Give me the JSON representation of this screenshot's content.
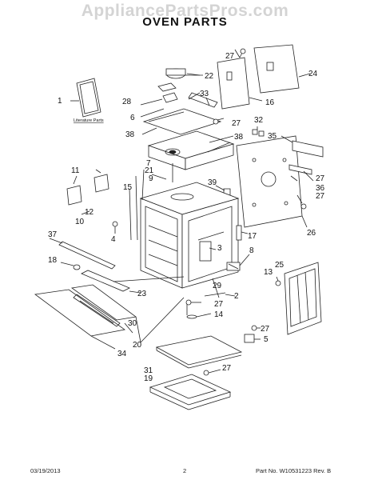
{
  "header": {
    "watermark": "AppliancePartsPros.com",
    "title": "OVEN PARTS"
  },
  "literature_label": "Literature Parts",
  "callouts": [
    "1",
    "2",
    "4",
    "5",
    "6",
    "7",
    "8",
    "9",
    "10",
    "11",
    "12",
    "13",
    "14",
    "15",
    "16",
    "17",
    "18",
    "19",
    "20",
    "21",
    "22",
    "23",
    "24",
    "25",
    "26",
    "27",
    "28",
    "29",
    "30",
    "31",
    "32",
    "33",
    "34",
    "35",
    "36",
    "37",
    "38",
    "39",
    "3"
  ],
  "footer": {
    "date": "03/19/2013",
    "page": "2",
    "part_no": "Part No. W10531223  Rev. B"
  }
}
